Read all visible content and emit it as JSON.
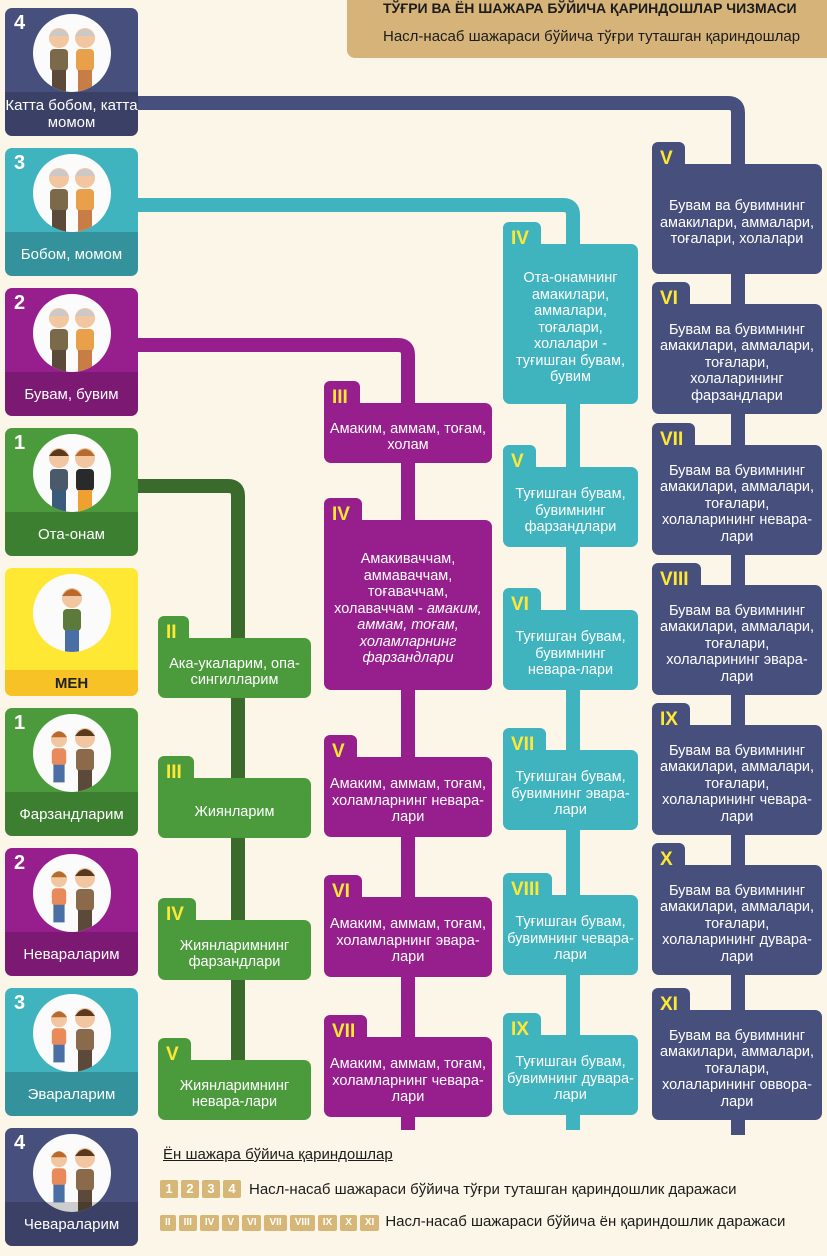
{
  "header": {
    "title": "ТЎҒРИ ВА ЁН ШАЖАРА БЎЙИЧА ҚАРИНДОШЛАР ЧИЗМАСИ",
    "subtitle": "Насл-насаб шажараси бўйича тўғри туташган қариндошлар"
  },
  "colors": {
    "background": "#fbf6e7",
    "navy": "#474f7d",
    "teal": "#3fb3be",
    "magenta": "#971f8d",
    "green": "#4b9b3c",
    "dark_green": "#3a6b2d",
    "yellow": "#ffe833",
    "gold": "#d6b479"
  },
  "direct": [
    {
      "number": "4",
      "caption": "Катта бобом, катта момом",
      "figure": "elderly-couple-icon",
      "color": "#474f7d"
    },
    {
      "number": "3",
      "caption": "Бобом, момом",
      "figure": "grandparents-icon",
      "color": "#3fb3be"
    },
    {
      "number": "2",
      "caption": "Бувам, бувим",
      "figure": "grandparents-icon",
      "color": "#971f8d"
    },
    {
      "number": "1",
      "caption": "Ота-онам",
      "figure": "parents-icon",
      "color": "#4b9b3c"
    },
    {
      "number": "",
      "caption": "МЕН",
      "figure": "person-icon",
      "color": "#ffe833"
    },
    {
      "number": "1",
      "caption": "Фарзандларим",
      "figure": "children-icon",
      "color": "#4b9b3c"
    },
    {
      "number": "2",
      "caption": "Невараларим",
      "figure": "grandchildren-icon",
      "color": "#971f8d"
    },
    {
      "number": "3",
      "caption": "Эвараларим",
      "figure": "great-grandchildren-icon",
      "color": "#3fb3be"
    },
    {
      "number": "4",
      "caption": "Чевараларим",
      "figure": "great-great-grandchildren-icon",
      "color": "#474f7d"
    }
  ],
  "branches": {
    "green": [
      {
        "degree": "II",
        "text": "Ака-укаларим, опа-сингилларим"
      },
      {
        "degree": "III",
        "text": "Жиянларим"
      },
      {
        "degree": "IV",
        "text": "Жиянларимнинг фарзандлари"
      },
      {
        "degree": "V",
        "text": "Жиянларимнинг невара-лари"
      }
    ],
    "magenta": [
      {
        "degree": "III",
        "text": "Амаким, аммам, тоғам, холам"
      },
      {
        "degree": "IV",
        "text": "Амакиваччам, аммаваччам, тоғаваччам, холаваччам -",
        "italic": "амаким, аммам, тоғам, холамларнинг фарзандлари"
      },
      {
        "degree": "V",
        "text": "Амаким, аммам, тоғам, холамларнинг невара-лари"
      },
      {
        "degree": "VI",
        "text": "Амаким, аммам, тоғам, холамларнинг эвара-лари"
      },
      {
        "degree": "VII",
        "text": "Амаким, аммам, тоғам, холамларнинг чевара-лари"
      }
    ],
    "teal": [
      {
        "degree": "IV",
        "text": "Ота-онамнинг амакилари, аммалари, тоғалари, холалари - туғишган бувам, бувим"
      },
      {
        "degree": "V",
        "text": "Туғишган бувам, бувимнинг фарзандлари"
      },
      {
        "degree": "VI",
        "text": "Туғишган бувам, бувимнинг невара-лари"
      },
      {
        "degree": "VII",
        "text": "Туғишган бувам, бувимнинг эвара-лари"
      },
      {
        "degree": "VIII",
        "text": "Туғишган бувам, бувимнинг чевара-лари"
      },
      {
        "degree": "IX",
        "text": "Туғишган бувам, бувимнинг дувара-лари"
      }
    ],
    "navy": [
      {
        "degree": "V",
        "text": "Бувам ва бувимнинг амакилари, аммалари, тоғалари, холалари"
      },
      {
        "degree": "VI",
        "text": "Бувам ва бувимнинг амакилари, аммалари, тоғалари, холаларининг фарзандлари"
      },
      {
        "degree": "VII",
        "text": "Бувам ва бувимнинг амакилари, аммалари, тоғалари, холаларининг невара-лари"
      },
      {
        "degree": "VIII",
        "text": "Бувам ва бувимнинг амакилари, аммалари, тоғалари, холаларининг эвара-лари"
      },
      {
        "degree": "IX",
        "text": "Бувам ва бувимнинг амакилари, аммалари, тоғалари, холаларининг чевара-лари"
      },
      {
        "degree": "X",
        "text": "Бувам ва бувимнинг амакилари, аммалари, тоғалари, холаларининг дувара-лари"
      },
      {
        "degree": "XI",
        "text": "Бувам ва бувимнинг амакилари, аммалари, тоғалари, холаларининг оввора-лари"
      }
    ]
  },
  "legend": {
    "title": "Ён шажара бўйича қариндошлар",
    "direct_chips": [
      "1",
      "2",
      "3",
      "4"
    ],
    "direct_text": "Насл-насаб шажараси бўйича тўғри туташган қариндошлик даражаси",
    "lateral_chips": [
      "II",
      "III",
      "IV",
      "V",
      "VI",
      "VII",
      "VIII",
      "IX",
      "X",
      "XI"
    ],
    "lateral_text": "Насл-насаб шажараси бўйича ён қариндошлик даражаси"
  }
}
